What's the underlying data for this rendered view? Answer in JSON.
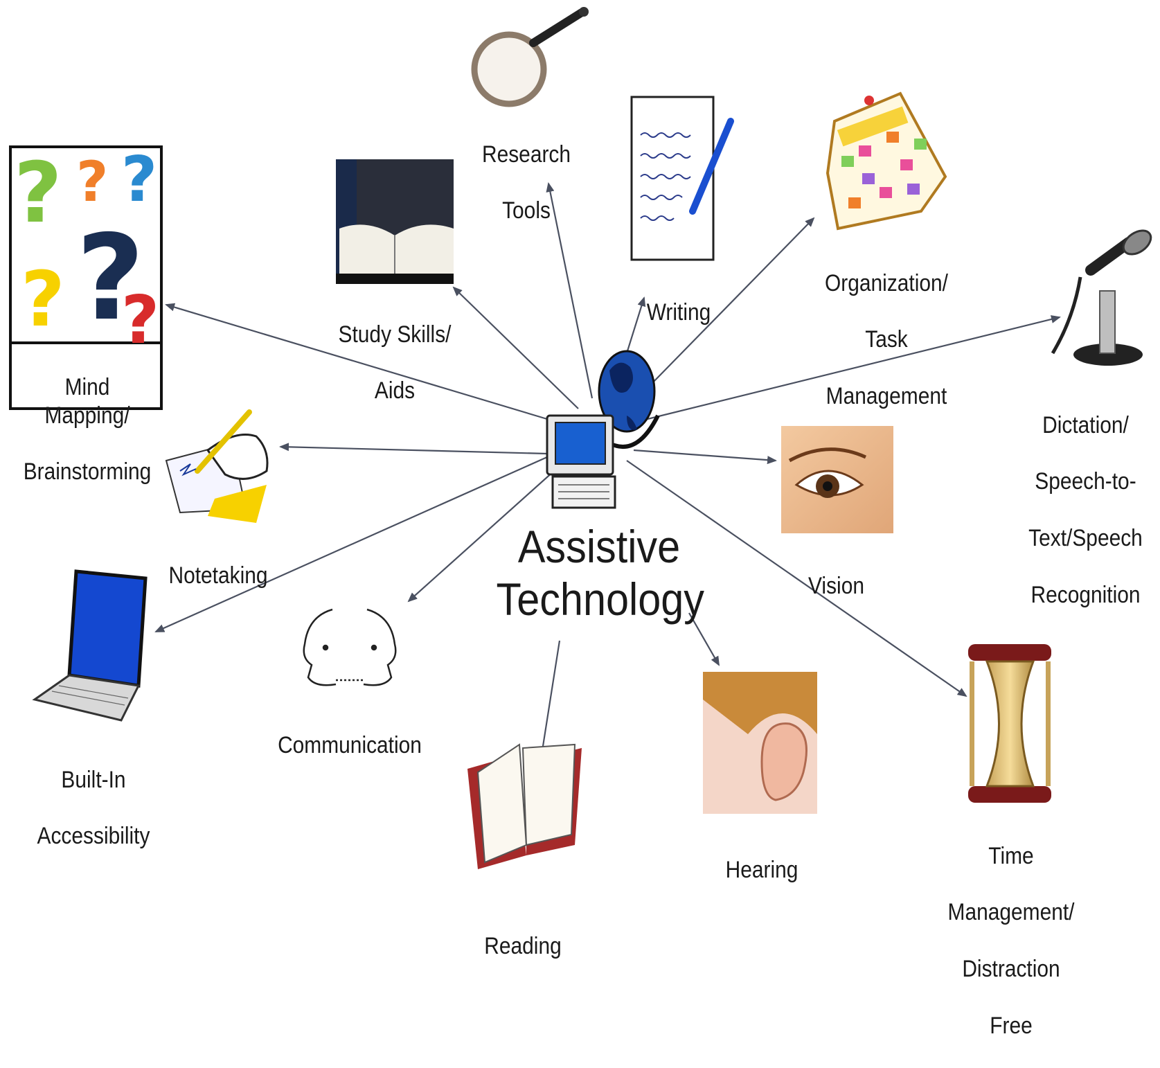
{
  "center": {
    "title_line1": "Assistive",
    "title_line2": "Technology"
  },
  "nodes": {
    "research_tools": [
      "Research",
      "Tools"
    ],
    "writing": [
      "Writing"
    ],
    "organization": [
      "Organization/",
      "Task",
      "Management"
    ],
    "dictation": [
      "Dictation/",
      "Speech-to-",
      "Text/Speech",
      "Recognition"
    ],
    "vision": [
      "Vision"
    ],
    "time_management": [
      "Time",
      "Management/",
      "Distraction",
      "Free"
    ],
    "hearing": [
      "Hearing"
    ],
    "reading": [
      "Reading"
    ],
    "communication": [
      "Communication"
    ],
    "built_in": [
      "Built-In",
      "Accessibility"
    ],
    "notetaking": [
      "Notetaking"
    ],
    "mind_mapping": [
      "Mind Mapping/",
      "Brainstorming"
    ],
    "study_skills": [
      "Study Skills/",
      "Aids"
    ]
  },
  "colors": {
    "arrow": "#4a5060",
    "globe": "#1a4fb0",
    "screen": "#1860d0"
  },
  "icons": [
    "magnifier-icon",
    "writing-paper-icon",
    "calendar-icon",
    "microphone-icon",
    "eye-icon",
    "hourglass-icon",
    "ear-icon",
    "book-icon",
    "faces-icon",
    "laptop-icon",
    "notetaking-hand-icon",
    "question-marks-icon",
    "study-book-icon",
    "computer-globe-icon"
  ]
}
